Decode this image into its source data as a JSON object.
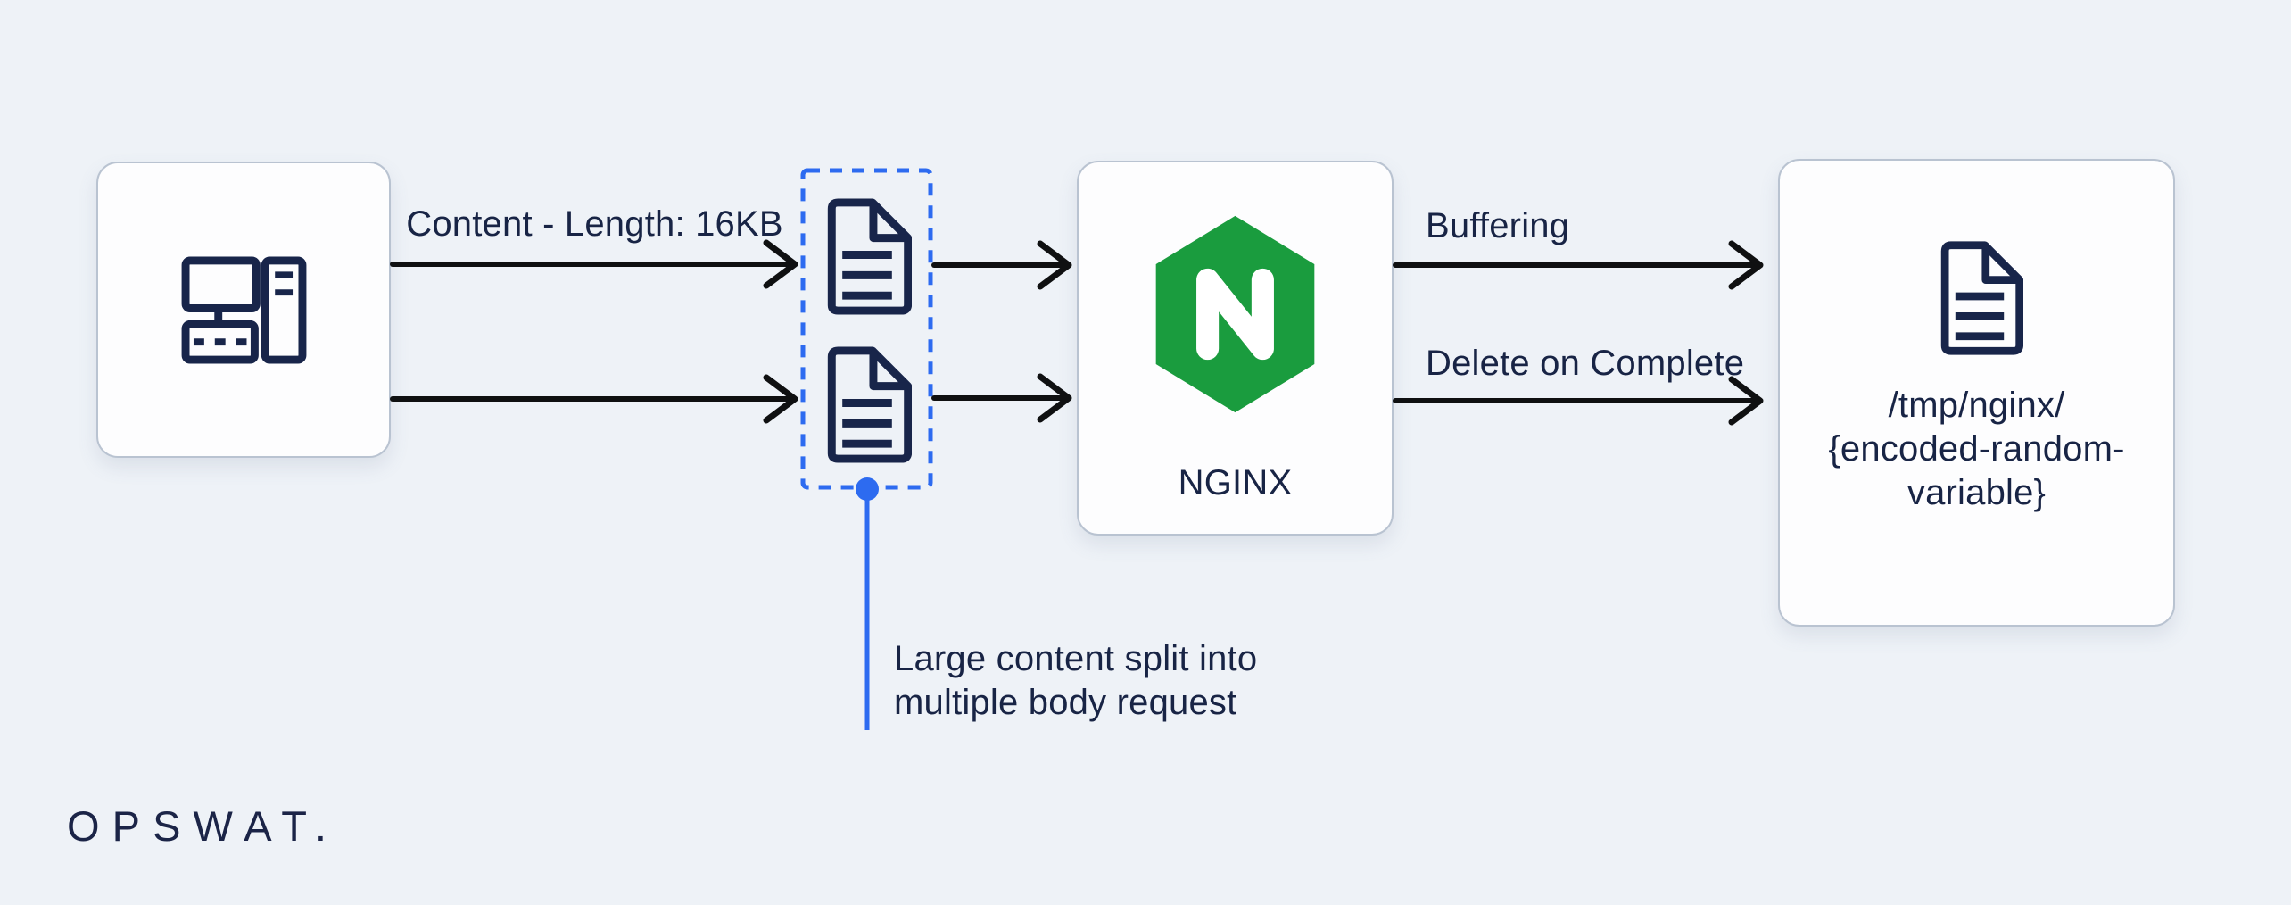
{
  "colors": {
    "background": "#EEF2F7",
    "node_fill": "#FDFDFE",
    "node_border": "#B9C3D1",
    "navy_ink": "#18254A",
    "arrow_black": "#0F1011",
    "accent_blue": "#2D6BF0",
    "nginx_green": "#1A9C3E"
  },
  "nodes": {
    "client": {
      "icon": "workstation-icon"
    },
    "split_requests": {
      "icon": "document-icon"
    },
    "nginx": {
      "icon": "nginx-hexagon-logo",
      "label": "NGINX"
    },
    "temp_storage": {
      "icon": "document-icon",
      "path": "/tmp/nginx/\n{encoded-random-\nvariable}"
    }
  },
  "edges": {
    "content_length": "Content - Length: 16KB",
    "buffering": "Buffering",
    "delete_on_complete": "Delete on Complete"
  },
  "annotation": "Large content split into\nmultiple body request",
  "branding": {
    "logo": "OPSWAT."
  }
}
